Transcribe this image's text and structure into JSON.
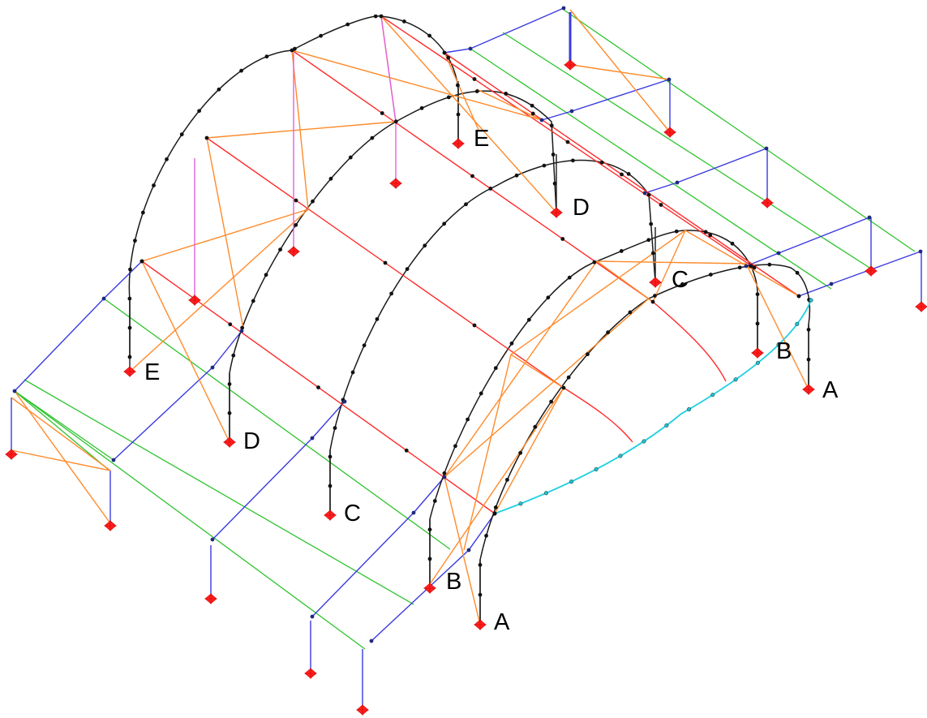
{
  "diagram": {
    "frame_labels": [
      {
        "text": "E"
      },
      {
        "text": "D"
      },
      {
        "text": "C"
      },
      {
        "text": "B"
      },
      {
        "text": "A"
      },
      {
        "text": "E"
      },
      {
        "text": "D"
      },
      {
        "text": "C"
      },
      {
        "text": "B"
      },
      {
        "text": "A"
      }
    ],
    "member_colors": {
      "arch": "#1a1a1a",
      "ridge_beam": "#ff2b2b",
      "bay_beam": "#3a3ae0",
      "purlin": "#2ec42e",
      "bracing": "#ff8a2a",
      "hanger": "#e060e0",
      "edge_beam": "#20d0e0",
      "support": "#ff2020"
    },
    "support_icon": "fixed-support-icon"
  }
}
